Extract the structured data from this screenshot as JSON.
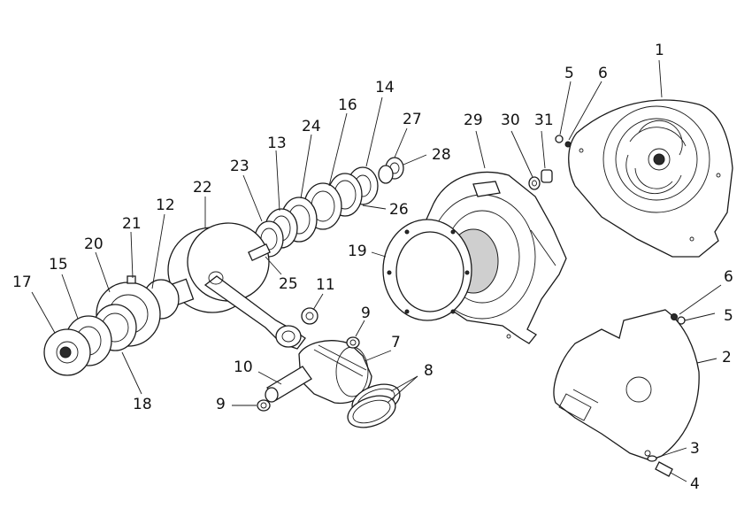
{
  "callouts": {
    "n1": "1",
    "n2": "2",
    "n3": "3",
    "n4": "4",
    "n5a": "5",
    "n5b": "5",
    "n6a": "6",
    "n6b": "6",
    "n7": "7",
    "n8": "8",
    "n9a": "9",
    "n9b": "9",
    "n10": "10",
    "n11": "11",
    "n12": "12",
    "n13": "13",
    "n14": "14",
    "n15": "15",
    "n16": "16",
    "n17": "17",
    "n18": "18",
    "n19": "19",
    "n20": "20",
    "n21": "21",
    "n22": "22",
    "n23": "23",
    "n24": "24",
    "n25": "25",
    "n26": "26",
    "n27": "27",
    "n28": "28",
    "n29": "29",
    "n30": "30",
    "n31": "31"
  }
}
